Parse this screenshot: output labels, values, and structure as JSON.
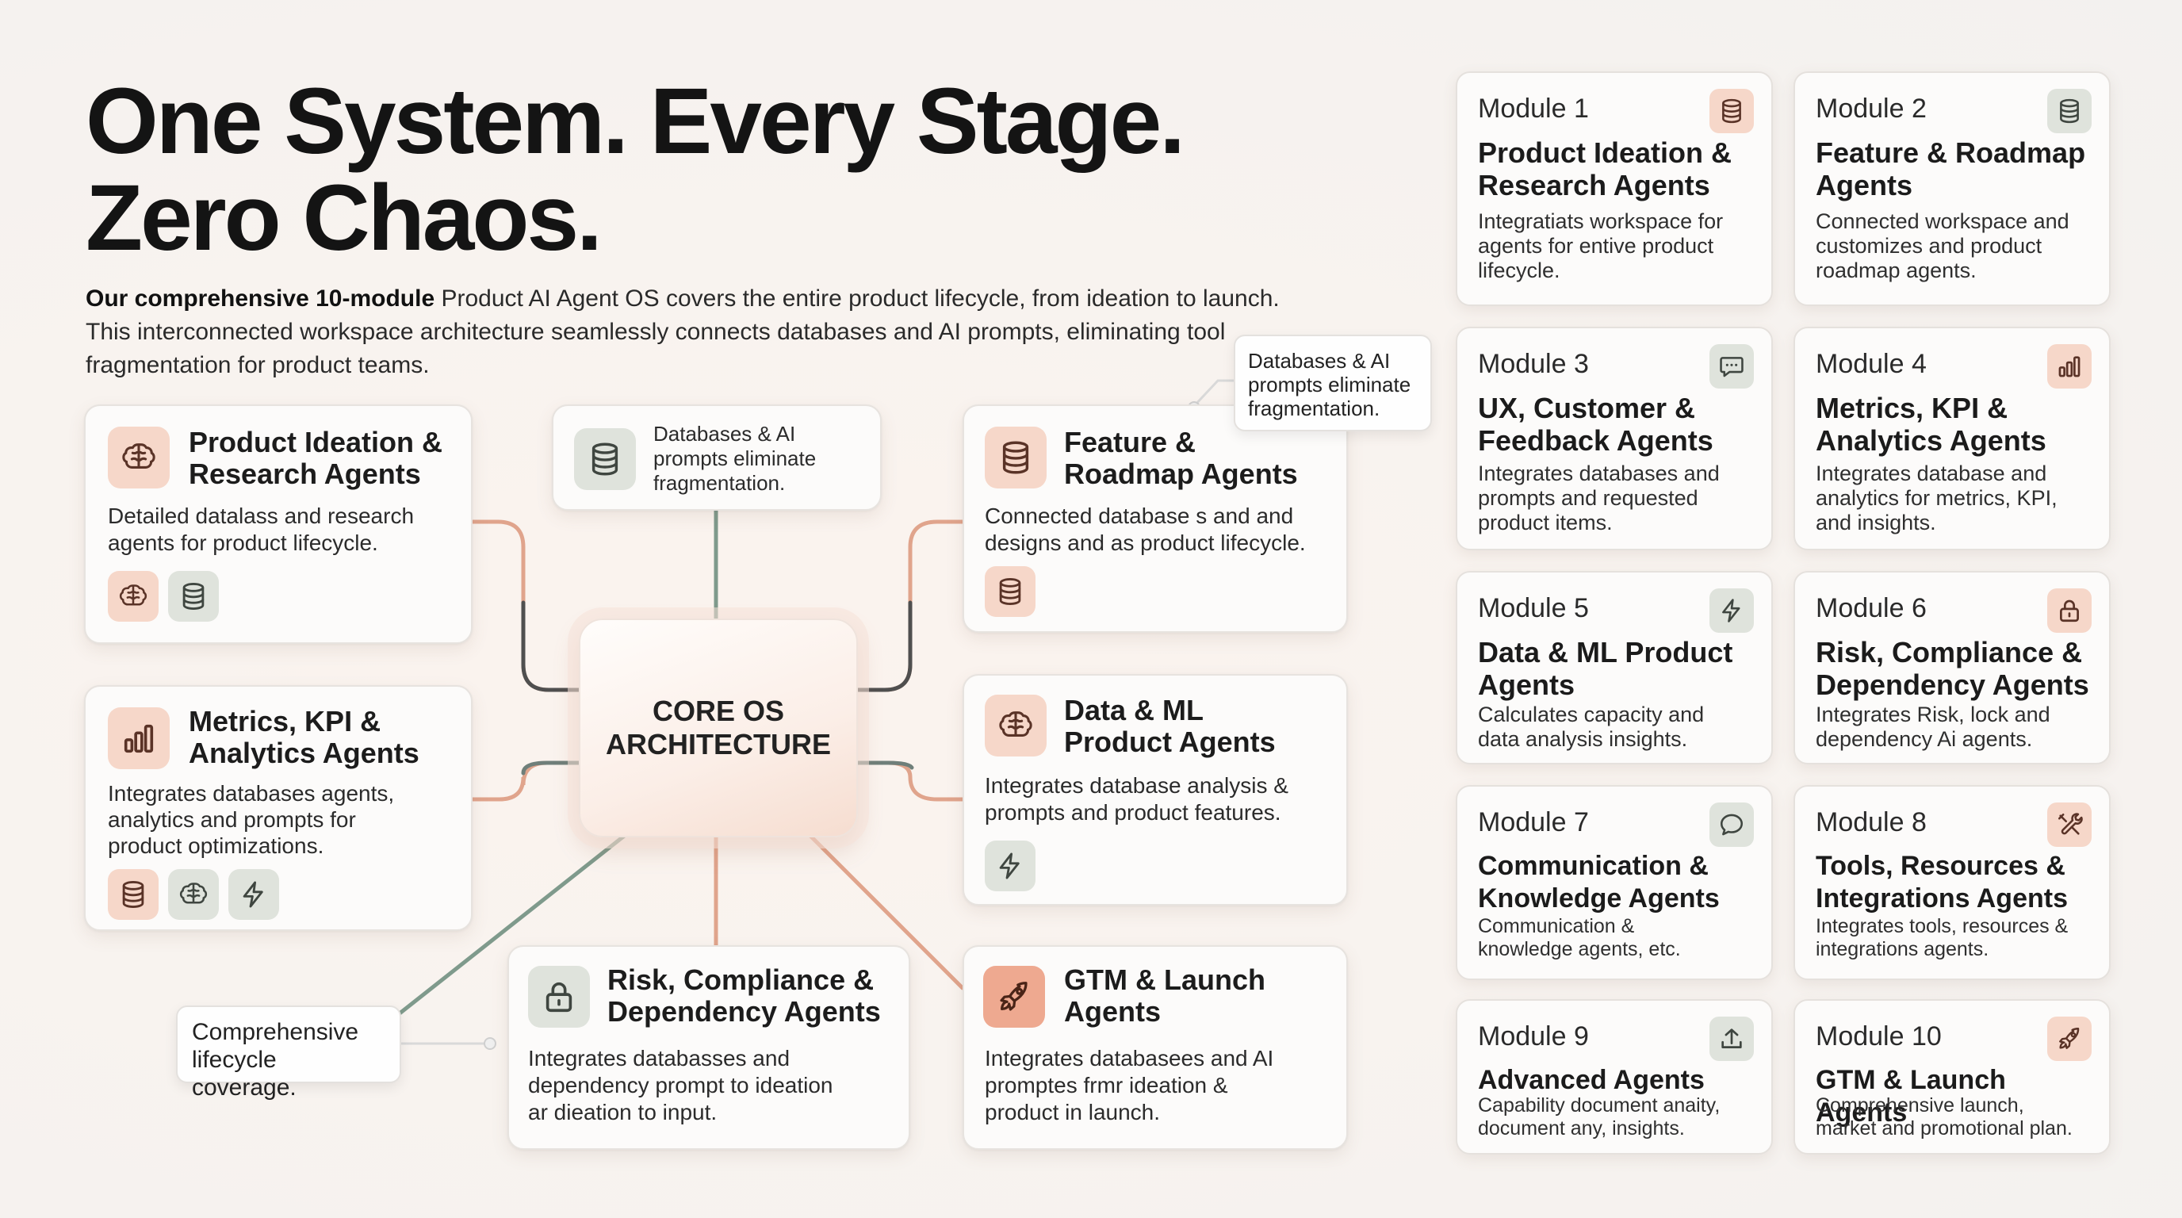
{
  "headline": {
    "line1": "One System. Every Stage.",
    "line2": "Zero Chaos."
  },
  "intro": {
    "bold": "Our comprehensive 10-module",
    "rest1": " Product AI Agent OS covers the entire product lifecycle, from ideation to launch.",
    "line2": "This interconnected workspace architecture seamlessly connects databases and AI prompts, eliminating tool",
    "line3": "fragmentation for product teams."
  },
  "core": {
    "line1": "CORE OS",
    "line2": "ARCHITECTURE"
  },
  "nodes": {
    "ideation": {
      "title1": "Product Ideation &",
      "title2": "Research Agents",
      "desc1": "Detailed datalass and research",
      "desc2": "agents for product lifecycle.",
      "icon": "brain-icon",
      "chips": [
        "brain-icon",
        "database-icon"
      ]
    },
    "top_callout": {
      "icon": "database-icon",
      "line1": "Databases & AI",
      "line2": "prompts eliminate",
      "line3": "fragmentation."
    },
    "feature": {
      "title1": "Feature &",
      "title2": "Roadmap Agents",
      "desc1": "Connected database s and and",
      "desc2": "designs and as product lifecycle.",
      "icon": "database-icon",
      "chips": [
        "database-icon"
      ]
    },
    "metrics": {
      "title1": "Metrics, KPI &",
      "title2": "Analytics Agents",
      "desc1": "Integrates databases agents,",
      "desc2": "analytics and prompts for",
      "desc3": "product optimizations.",
      "icon": "bar-chart-icon",
      "chips": [
        "database-icon",
        "brain-icon",
        "lightning-icon"
      ]
    },
    "dataml": {
      "title1": "Data & ML",
      "title2": "Product Agents",
      "desc1": "Integrates database analysis &",
      "desc2": "prompts and product features.",
      "icon": "brain-icon",
      "chips": [
        "lightning-icon"
      ]
    },
    "risk": {
      "title1": "Risk, Compliance &",
      "title2": "Dependency Agents",
      "desc1": "Integrates databasses and",
      "desc2": "dependency prompt to ideation",
      "desc3": "ar dieation to input.",
      "icon": "lock-icon"
    },
    "gtm": {
      "title1": "GTM & Launch",
      "title2": "Agents",
      "desc1": "Integrates databasees and AI",
      "desc2": "promptes frmr ideation &",
      "desc3": "product in launch.",
      "icon": "rocket-icon"
    }
  },
  "callouts": {
    "top_right": {
      "line1": "Databases & AI",
      "line2": "prompts eliminate",
      "line3": "fragmentation."
    },
    "bottom_left": {
      "line1": "Comprehensive",
      "line2": "lifecycle coverage."
    }
  },
  "modules": [
    {
      "label": "Module 1",
      "icon": "database-icon",
      "title1": "Product Ideation &",
      "title2": "Research Agents",
      "desc1": "Integratiats workspace for",
      "desc2": "agents for entive product",
      "desc3": "lifecycle."
    },
    {
      "label": "Module 2",
      "icon": "database-icon",
      "title1": "Feature & Roadmap",
      "title2": "Agents",
      "desc1": "Connected workspace and",
      "desc2": "customizes and product",
      "desc3": "roadmap agents."
    },
    {
      "label": "Module 3",
      "icon": "chat-bubble-icon",
      "title1": "UX, Customer &",
      "title2": "Feedback Agents",
      "desc1": "Integrates databases and",
      "desc2": "prompts and requested",
      "desc3": "product items."
    },
    {
      "label": "Module 4",
      "icon": "bar-chart-icon",
      "title1": "Metrics, KPI &",
      "title2": "Analytics Agents",
      "desc1": "Integrates database and",
      "desc2": "analytics for metrics, KPI,",
      "desc3": "and insights."
    },
    {
      "label": "Module 5",
      "icon": "lightning-icon",
      "title1": "Data & ML Product",
      "title2": "Agents",
      "desc1": "Calculates capacity and",
      "desc2": "data analysis insights.",
      "desc3": ""
    },
    {
      "label": "Module 6",
      "icon": "lock-icon",
      "title1": "Risk, Compliance &",
      "title2": "Dependency Agents",
      "desc1": "Integrates Risk, lock and",
      "desc2": "dependency Ai agents.",
      "desc3": ""
    },
    {
      "label": "Module 7",
      "icon": "speech-bubble-icon",
      "title1": "Communication &",
      "title2": "Knowledge Agents",
      "desc1": "Communication &",
      "desc2": "knowledge agents, etc.",
      "desc3": ""
    },
    {
      "label": "Module 8",
      "icon": "tools-icon",
      "title1": "Tools, Resources &",
      "title2": "Integrations Agents",
      "desc1": "Integrates tools, resources &",
      "desc2": "integrations agents.",
      "desc3": ""
    },
    {
      "label": "Module 9",
      "icon": "upload-icon",
      "title1": "Advanced Agents",
      "title2": "",
      "desc1": "Capability document anaity,",
      "desc2": "document any, insights.",
      "desc3": ""
    },
    {
      "label": "Module 10",
      "icon": "rocket-icon",
      "title1": "GTM & Launch Agents",
      "title2": "",
      "desc1": "Comprehensive launch,",
      "desc2": "market and promotional plan.",
      "desc3": ""
    }
  ],
  "colors": {
    "peach": "#f6d7c9",
    "sage": "#dfe3dc",
    "orange_connector": "#e0a48c",
    "green_connector": "#7f9a8c",
    "dark_connector": "#4d4d4d"
  }
}
